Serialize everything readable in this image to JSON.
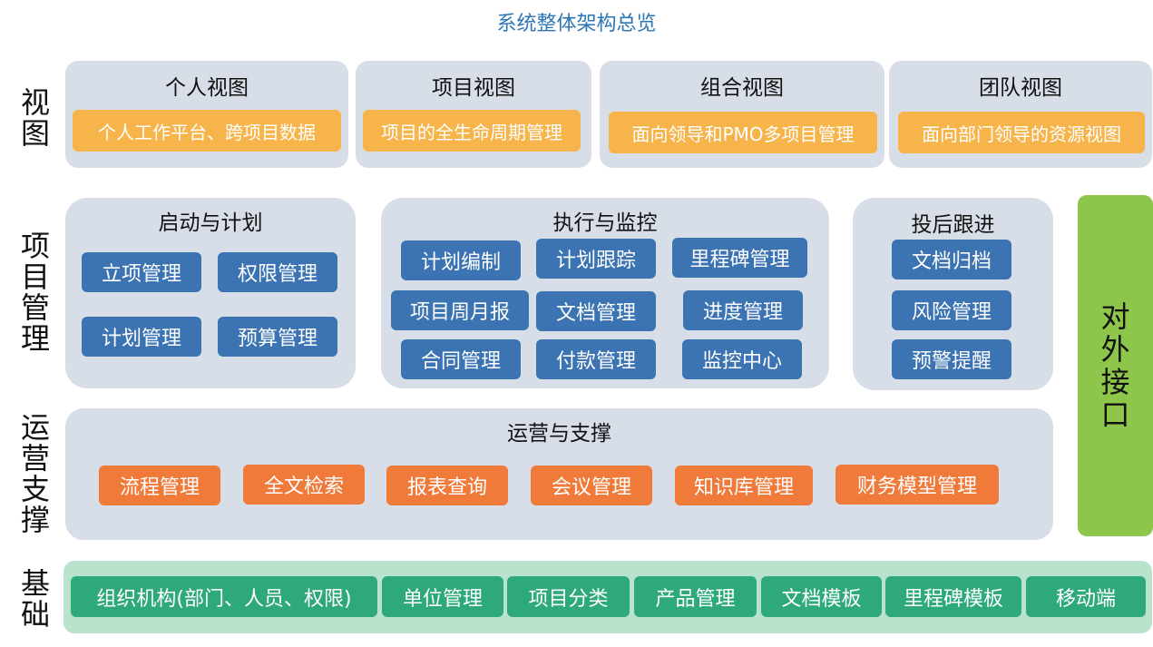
{
  "title": "系统整体架构总览",
  "side_labels": {
    "views": [
      "视",
      "图"
    ],
    "project_mgmt": [
      "项",
      "目",
      "管",
      "理"
    ],
    "operations": [
      "运",
      "营",
      "支",
      "撑"
    ],
    "foundation": [
      "基",
      "础"
    ]
  },
  "views": [
    {
      "title": "个人视图",
      "desc": "个人工作平台、跨项目数据"
    },
    {
      "title": "项目视图",
      "desc": "项目的全生命周期管理"
    },
    {
      "title": "组合视图",
      "desc": "面向领导和PMO多项目管理"
    },
    {
      "title": "团队视图",
      "desc": "面向部门领导的资源视图"
    }
  ],
  "start_plan": {
    "title": "启动与计划",
    "items": [
      "立项管理",
      "权限管理",
      "计划管理",
      "预算管理"
    ]
  },
  "exec_monitor": {
    "title": "执行与监控",
    "items": [
      "计划编制",
      "计划跟踪",
      "里程碑管理",
      "项目周月报",
      "文档管理",
      "进度管理",
      "合同管理",
      "付款管理",
      "监控中心"
    ]
  },
  "followup": {
    "title": "投后跟进",
    "items": [
      "文档归档",
      "风险管理",
      "预警提醒"
    ]
  },
  "ops": {
    "title": "运营与支撑",
    "items": [
      "流程管理",
      "全文检索",
      "报表查询",
      "会议管理",
      "知识库管理",
      "财务模型管理"
    ]
  },
  "external": [
    "对",
    "外",
    "接",
    "口"
  ],
  "foundation_items": [
    "组织机构(部门、人员、权限)",
    "单位管理",
    "项目分类",
    "产品管理",
    "文档模板",
    "里程碑模板",
    "移动端"
  ],
  "colors": {
    "title": "#2e75b6",
    "panel": "#d7dee8",
    "view_item": "#f6b44a",
    "project_item": "#3b73b3",
    "ops_item": "#ef7a3a",
    "foundation_item": "#2ea97c",
    "external": "#8dc64a"
  }
}
